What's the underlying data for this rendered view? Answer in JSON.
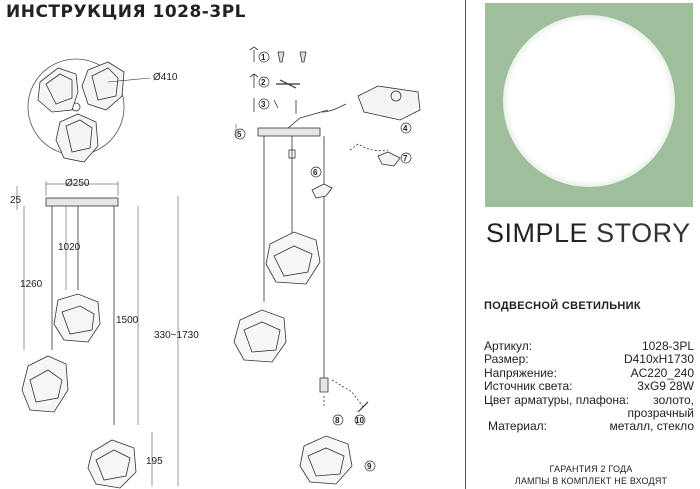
{
  "header": {
    "title": "ИНСТРУКЦИЯ 1028-3PL"
  },
  "dimensions": {
    "canopy_spread": "Ø410",
    "canopy_diameter": "Ø250",
    "canopy_height": "25",
    "cord_short": "1020",
    "cord_mid": "1260",
    "cord_long": "1500",
    "total_height": "330~1730",
    "shade_height": "195"
  },
  "steps": [
    "1",
    "2",
    "3",
    "4",
    "5",
    "6",
    "7",
    "8",
    "9",
    "10"
  ],
  "brand": {
    "part1": "SIMPLE",
    "part2": "STORY"
  },
  "product_type": "ПОДВЕСНОЙ СВЕТИЛЬНИК",
  "specs": [
    {
      "label": "Артикул:",
      "value": "1028-3PL"
    },
    {
      "label": "Размер:",
      "value": "D410xH1730"
    },
    {
      "label": "Напряжение:",
      "value": "AC220_240"
    },
    {
      "label": "Источник света:",
      "value": "3xG9 28W"
    },
    {
      "label": "Цвет арматуры, плафона:",
      "value": "золото,"
    },
    {
      "label": "",
      "value": "прозрачный"
    },
    {
      "label": "Материал:",
      "value": "металл, стекло"
    }
  ],
  "warranty": {
    "line1": "ГАРАНТИЯ 2 ГОДА",
    "line2": "ЛАМПЫ В КОМПЛЕКТ НЕ ВХОДЯТ"
  },
  "colors": {
    "background_panel": "#9fbf9c",
    "glow": "#ffffff",
    "ink": "#222222"
  }
}
